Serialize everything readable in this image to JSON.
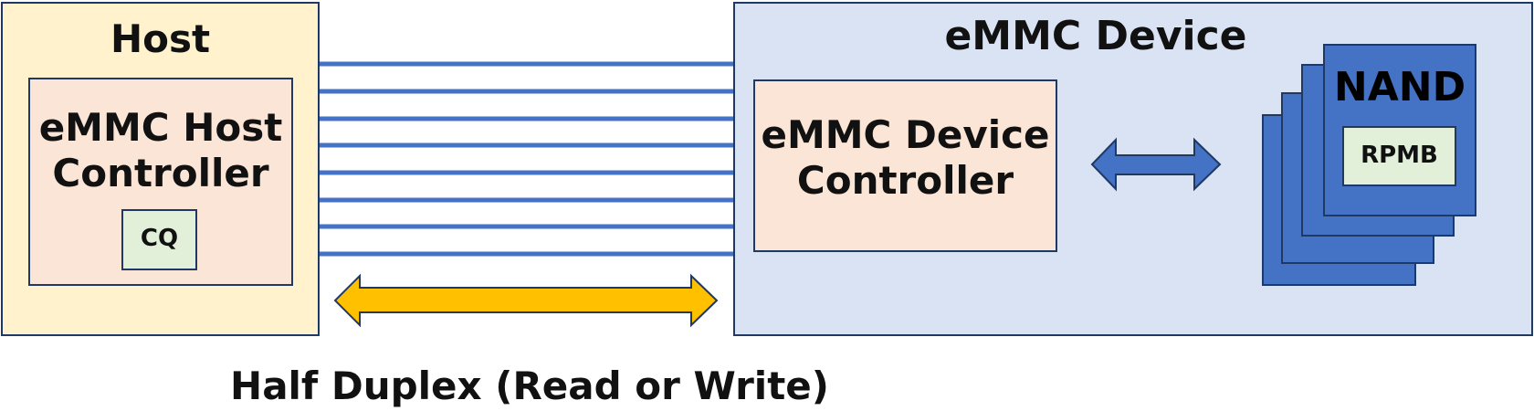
{
  "host": {
    "title": "Host",
    "controller": "eMMC Host Controller",
    "queue": "CQ"
  },
  "device": {
    "title": "eMMC Device",
    "controller": "eMMC Device Controller",
    "nand": "NAND",
    "rpmb": "RPMB"
  },
  "bus": {
    "caption": "Half Duplex (Read or Write)"
  },
  "colors": {
    "host_bg": "#fff2cc",
    "controller_bg": "#fbe5d6",
    "device_bg": "#dae3f3",
    "nand_fill": "#4472c4",
    "small_block_bg": "#e2f0d9",
    "bus_line": "#4472c4",
    "duplex_arrow": "#ffc000",
    "border": "#1f3864"
  }
}
